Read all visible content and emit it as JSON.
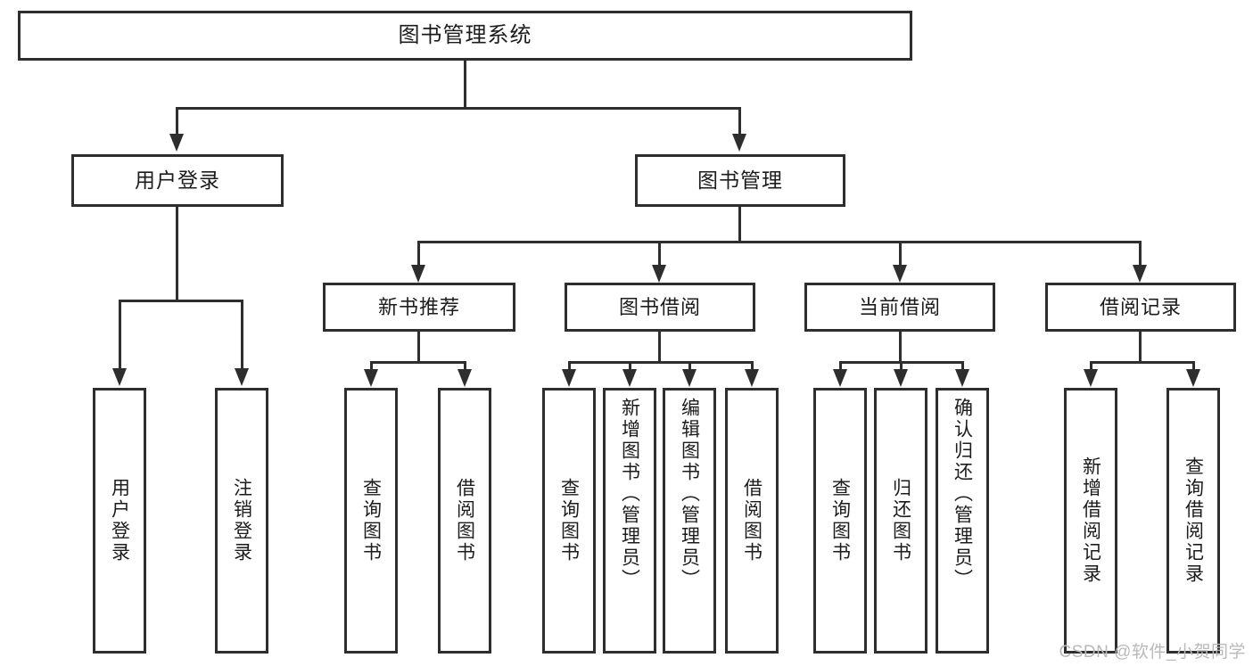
{
  "diagram": {
    "type": "tree",
    "title": "图书管理系统",
    "root": {
      "label": "图书管理系统"
    },
    "level1": [
      {
        "label": "用户登录"
      },
      {
        "label": "图书管理"
      }
    ],
    "level2": [
      {
        "label": "新书推荐"
      },
      {
        "label": "图书借阅"
      },
      {
        "label": "当前借阅"
      },
      {
        "label": "借阅记录"
      }
    ],
    "leaves": {
      "user_login": [
        {
          "label": "用户登录"
        },
        {
          "label": "注销登录"
        }
      ],
      "new_book_recommend": [
        {
          "label": "查询图书"
        },
        {
          "label": "借阅图书"
        }
      ],
      "book_borrow": [
        {
          "label": "查询图书"
        },
        {
          "label": "新增图书（管理员）"
        },
        {
          "label": "编辑图书（管理员）"
        },
        {
          "label": "借阅图书"
        }
      ],
      "current_borrow": [
        {
          "label": "查询图书"
        },
        {
          "label": "归还图书"
        },
        {
          "label": "确认归还（管理员）"
        }
      ],
      "borrow_record": [
        {
          "label": "新增借阅记录"
        },
        {
          "label": "查询借阅记录"
        }
      ]
    }
  },
  "watermark": {
    "text": "CSDN @软件_小贺同学"
  },
  "colors": {
    "stroke": "#2e2e2e",
    "text": "#1c1c1c",
    "background": "#ffffff",
    "watermark": "#b9b9b9"
  }
}
